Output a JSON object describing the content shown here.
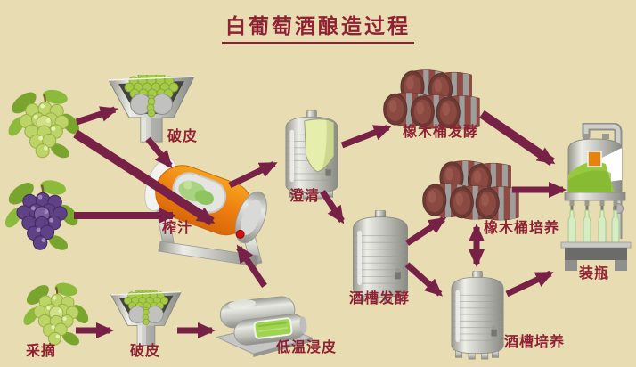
{
  "title": "白葡萄酒酿造过程",
  "colors": {
    "background": "#e7dcb2",
    "arrow": "#772147",
    "label_text": "#8e2132",
    "press_orange": "#ee7f10",
    "barrel_wood": "#8d4b43",
    "grape_green": "#bcd468",
    "grape_purple": "#5f4286",
    "tank_silver": "#c4c4c2",
    "clarified_juice": "#e6eeab"
  },
  "nodes": {
    "green_grapes_top": {
      "icon": "green-grapes-icon"
    },
    "crusher_top": {
      "icon": "crusher-icon",
      "label": "破皮"
    },
    "purple_grapes": {
      "icon": "purple-grapes-icon"
    },
    "press": {
      "icon": "press-icon",
      "label": "榨汁"
    },
    "clarification": {
      "icon": "tank-cutaway-icon",
      "label": "澄清"
    },
    "oak_barrel_fermentation": {
      "icon": "oak-barrels-icon",
      "label": "橡木桶发酵"
    },
    "oak_barrel_aging": {
      "icon": "oak-barrels-icon",
      "label": "橡木桶培养"
    },
    "tank_fermentation": {
      "icon": "tank-icon",
      "label": "酒槽发酵"
    },
    "tank_aging": {
      "icon": "tank-icon",
      "label": "酒槽培养"
    },
    "bottling": {
      "icon": "bottling-machine-icon",
      "label": "装瓶"
    },
    "harvest": {
      "icon": "green-grapes-icon",
      "label": "采摘"
    },
    "crusher_bottom": {
      "icon": "crusher-icon",
      "label": "破皮"
    },
    "cold_maceration": {
      "icon": "maceration-tanks-icon",
      "label": "低温浸皮"
    }
  },
  "flow": [
    {
      "from": "green_grapes_top",
      "to": "crusher_top"
    },
    {
      "from": "green_grapes_top",
      "to": "press"
    },
    {
      "from": "crusher_top",
      "to": "press"
    },
    {
      "from": "purple_grapes",
      "to": "press"
    },
    {
      "from": "cold_maceration",
      "to": "press"
    },
    {
      "from": "press",
      "to": "clarification"
    },
    {
      "from": "clarification",
      "to": "oak_barrel_fermentation"
    },
    {
      "from": "clarification",
      "to": "tank_fermentation"
    },
    {
      "from": "tank_fermentation",
      "to": "oak_barrel_aging"
    },
    {
      "from": "tank_fermentation",
      "to": "tank_aging"
    },
    {
      "from": "tank_aging",
      "to": "oak_barrel_aging",
      "bidirectional": true
    },
    {
      "from": "oak_barrel_fermentation",
      "to": "bottling"
    },
    {
      "from": "oak_barrel_aging",
      "to": "bottling"
    },
    {
      "from": "tank_aging",
      "to": "bottling"
    },
    {
      "from": "harvest",
      "to": "crusher_bottom"
    },
    {
      "from": "crusher_bottom",
      "to": "cold_maceration"
    }
  ]
}
